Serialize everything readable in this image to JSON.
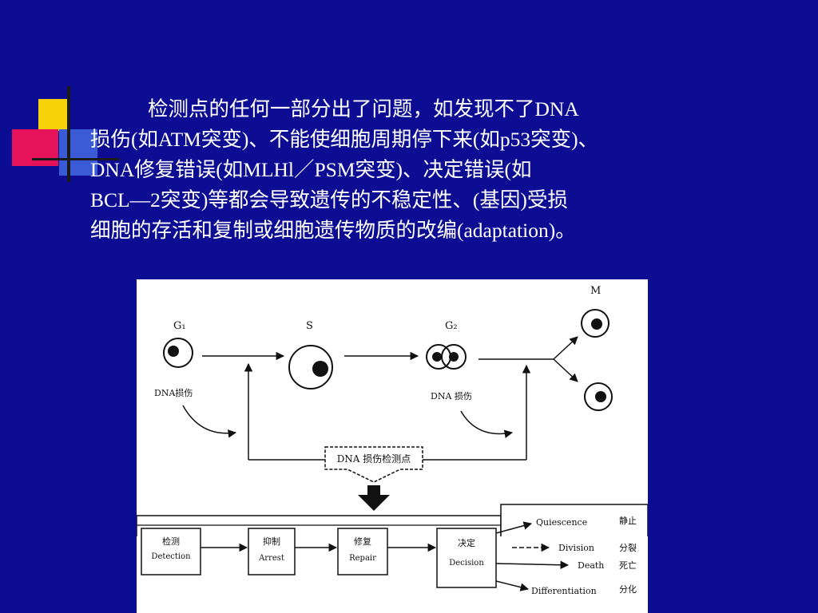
{
  "paragraph": {
    "lines": [
      "检测点的任何一部分出了问题，如发现不了DNA",
      "损伤(如ATM突变)、不能使细胞周期停下来(如p53突变)、",
      "DNA修复错误(如MLHl／PSM突变)、决定错误(如",
      "BCL—2突变)等都会导致遗传的不稳定性、(基因)受损",
      "细胞的存活和复制或细胞遗传物质的改编(adaptation)。"
    ]
  },
  "figure": {
    "phases": {
      "g1": "G₁",
      "s": "S",
      "g2": "G₂",
      "m": "M"
    },
    "damage_label_1": "DNA损伤",
    "damage_label_2": "DNA 损伤",
    "checkpoint_banner": "DNA 损伤检测点",
    "steps": [
      {
        "cn": "检测",
        "en": "Detection"
      },
      {
        "cn": "抑制",
        "en": "Arrest"
      },
      {
        "cn": "修复",
        "en": "Repair"
      },
      {
        "cn": "决定",
        "en": "Decision"
      }
    ],
    "outcomes": [
      {
        "en": "Quiescence",
        "cn": "静止"
      },
      {
        "en": "Division",
        "cn": "分裂"
      },
      {
        "en": "Death",
        "cn": "死亡"
      },
      {
        "en": "Differentiation",
        "cn": "分化"
      }
    ]
  },
  "colors": {
    "background": "#0d0d93",
    "text": "#ffffff",
    "deco_yellow": "#f7d20a",
    "deco_red": "#e6135a",
    "deco_blue": "#3a5ad6"
  }
}
